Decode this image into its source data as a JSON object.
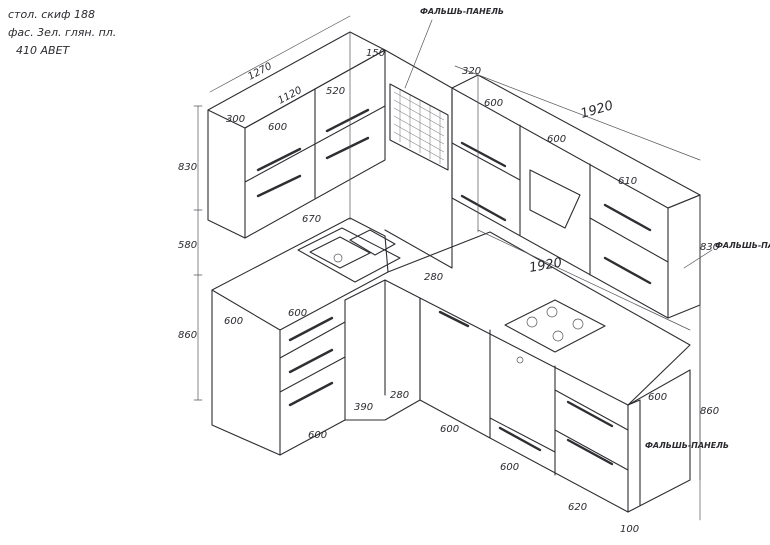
{
  "notes": {
    "line1": "стол. скиф 188",
    "line2": "фас. 3ел. глян. пл.",
    "line3": "410 АВЕТ"
  },
  "labels": {
    "false_panel": "ФАЛЬШЬ-ПАНЕЛЬ"
  },
  "dimensions": {
    "upper_width_total": "1270",
    "upper_inner_width": "1120",
    "upper_depth": "300",
    "upper_door_a": "600",
    "upper_door_b": "520",
    "false_panel_top": "150",
    "upper_right_depth": "320",
    "upper_right_width": "1920",
    "upper_right_door_a": "600",
    "upper_right_door_b": "600",
    "upper_right_door_c": "610",
    "upper_height": "830",
    "backsplash_height": "580",
    "base_height": "860",
    "sink_offset": "670",
    "base_depth_left": "600",
    "base_front_left": "600",
    "base_bottom_left": "600",
    "corner_depth": "280",
    "corner_bottom_a": "390",
    "corner_bottom_b": "280",
    "base_right_width": "1920",
    "base_right_door_a": "600",
    "base_right_door_b": "600",
    "base_right_depth": "600",
    "base_right_bottom": "620",
    "base_right_end": "100",
    "right_upper_height": "830",
    "right_base_height": "860"
  },
  "colors": {
    "ink": "#2e2e33",
    "paper": "#ffffff"
  }
}
